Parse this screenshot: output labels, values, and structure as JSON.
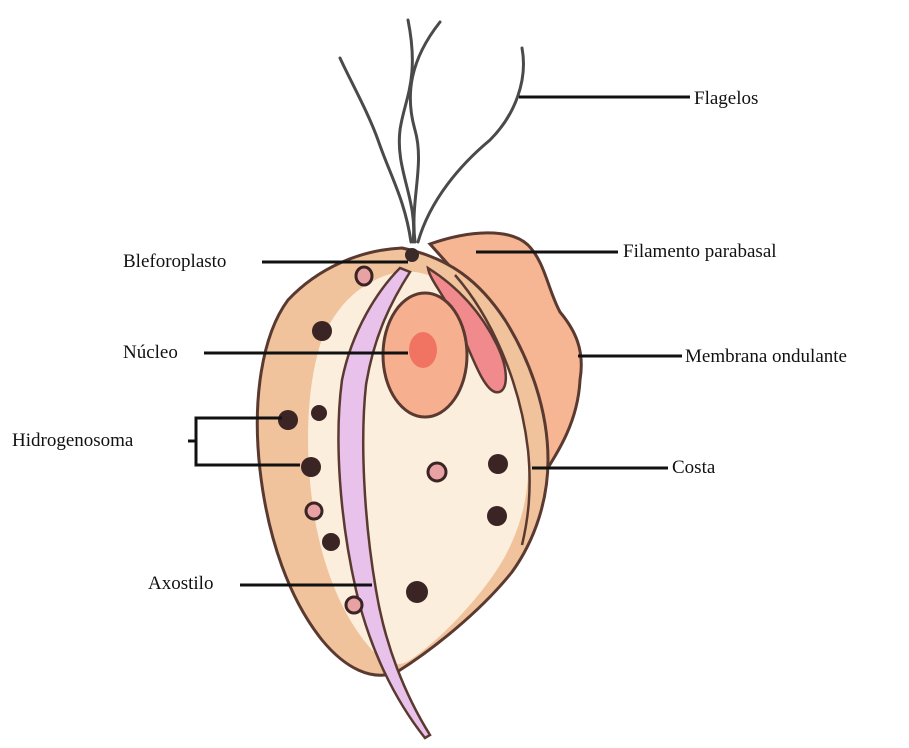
{
  "labels": {
    "flagelos": "Flagelos",
    "bleforoplasto": "Bleforoplasto",
    "filamento_parabasal": "Filamento parabasal",
    "nucleo": "Núcleo",
    "membrana_ondulante": "Membrana ondulante",
    "hidrogenosoma": "Hidrogenosoma",
    "costa": "Costa",
    "axostilo": "Axostilo"
  },
  "colors": {
    "cytoplasm": "#fbeedd",
    "cell_rim": "#f0c39c",
    "outline": "#5a3a30",
    "membrane": "#f6b693",
    "axostyle": "#e8c2ea",
    "nucleus": "#f6b08f",
    "nucleolus": "#f06a5c",
    "parabasal": "#f08a8c",
    "hydrogenosome": "#3a2424",
    "vacuole": "#e9a2a4",
    "leader_line": "#111111",
    "flagella": "#4a4a4a"
  }
}
